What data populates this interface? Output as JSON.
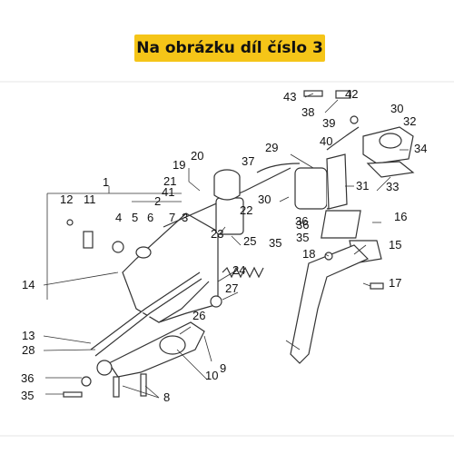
{
  "banner": {
    "text": "Na obrázku díl číslo 3",
    "color": "#f5c518"
  },
  "labels": [
    "1",
    "2",
    "3",
    "4",
    "5",
    "6",
    "7",
    "8",
    "9",
    "10",
    "11",
    "12",
    "13",
    "14",
    "15",
    "16",
    "17",
    "18",
    "19",
    "20",
    "21",
    "22",
    "23",
    "24",
    "25",
    "26",
    "27",
    "28",
    "29",
    "30",
    "31",
    "32",
    "33",
    "34",
    "35",
    "36",
    "37",
    "38",
    "39",
    "40",
    "41",
    "42",
    "43"
  ],
  "extra_labels": [
    "35",
    "36",
    "30"
  ],
  "colors": {
    "line": "#333333",
    "part_fill": "#ffffff",
    "grid": "#d0d0d0"
  }
}
